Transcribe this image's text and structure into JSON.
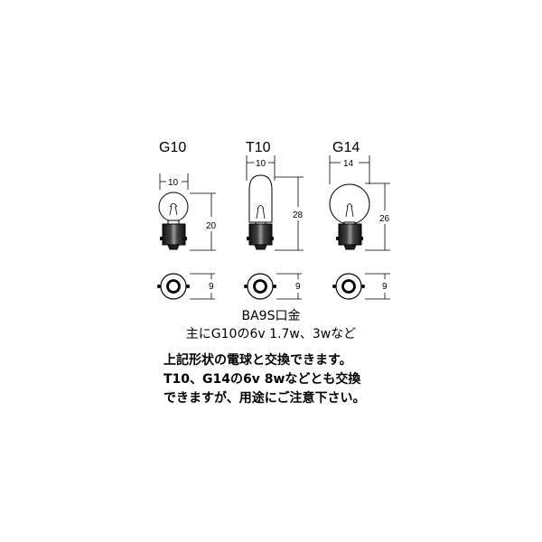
{
  "bulbs": [
    {
      "name": "G10",
      "top_dim": "10",
      "side_dim": "20",
      "base_dim": "9"
    },
    {
      "name": "T10",
      "top_dim": "10",
      "side_dim": "28",
      "base_dim": "9"
    },
    {
      "name": "G14",
      "top_dim": "14",
      "side_dim": "26",
      "base_dim": "9"
    }
  ],
  "caption": {
    "line1": "BA9S口金",
    "line2": "主にG10の6v 1.7w、3wなど"
  },
  "note": {
    "line1": "上記形状の電球と交換できます。",
    "line2": "T10、G14の6v 8wなどとも交換",
    "line3": "できますが、用途にご注意下さい。"
  },
  "colors": {
    "ink": "#000000",
    "background": "#ffffff"
  }
}
